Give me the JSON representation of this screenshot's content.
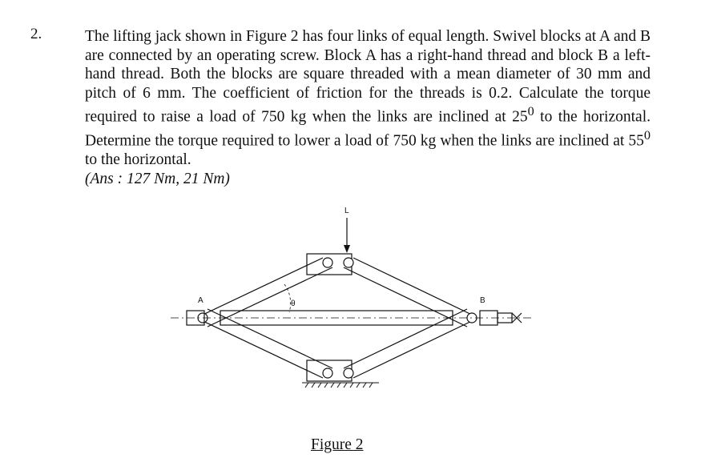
{
  "question": {
    "number": "2.",
    "text": "The lifting jack shown in Figure 2 has four links of equal length. Swivel blocks at A and B are connected by an operating screw. Block A has a right-hand thread and block B a left-hand thread. Both the blocks are square threaded with a mean diameter of 30 mm and pitch of 6 mm. The coefficient of friction for the threads is 0.2. Calculate the torque required to raise a load of 750 kg when the links are inclined at 25",
    "deg1": "0",
    "text2": " to the horizontal. Determine the torque required to lower a load of 750 kg when the links are inclined at 55",
    "deg2": "0",
    "text3": " to the horizontal.",
    "answer": "(Ans : 127 Nm, 21 Nm)"
  },
  "figure": {
    "caption": "Figure 2",
    "labels": {
      "load": "L",
      "block_a": "A",
      "block_b": "B",
      "angle": "θ"
    }
  }
}
